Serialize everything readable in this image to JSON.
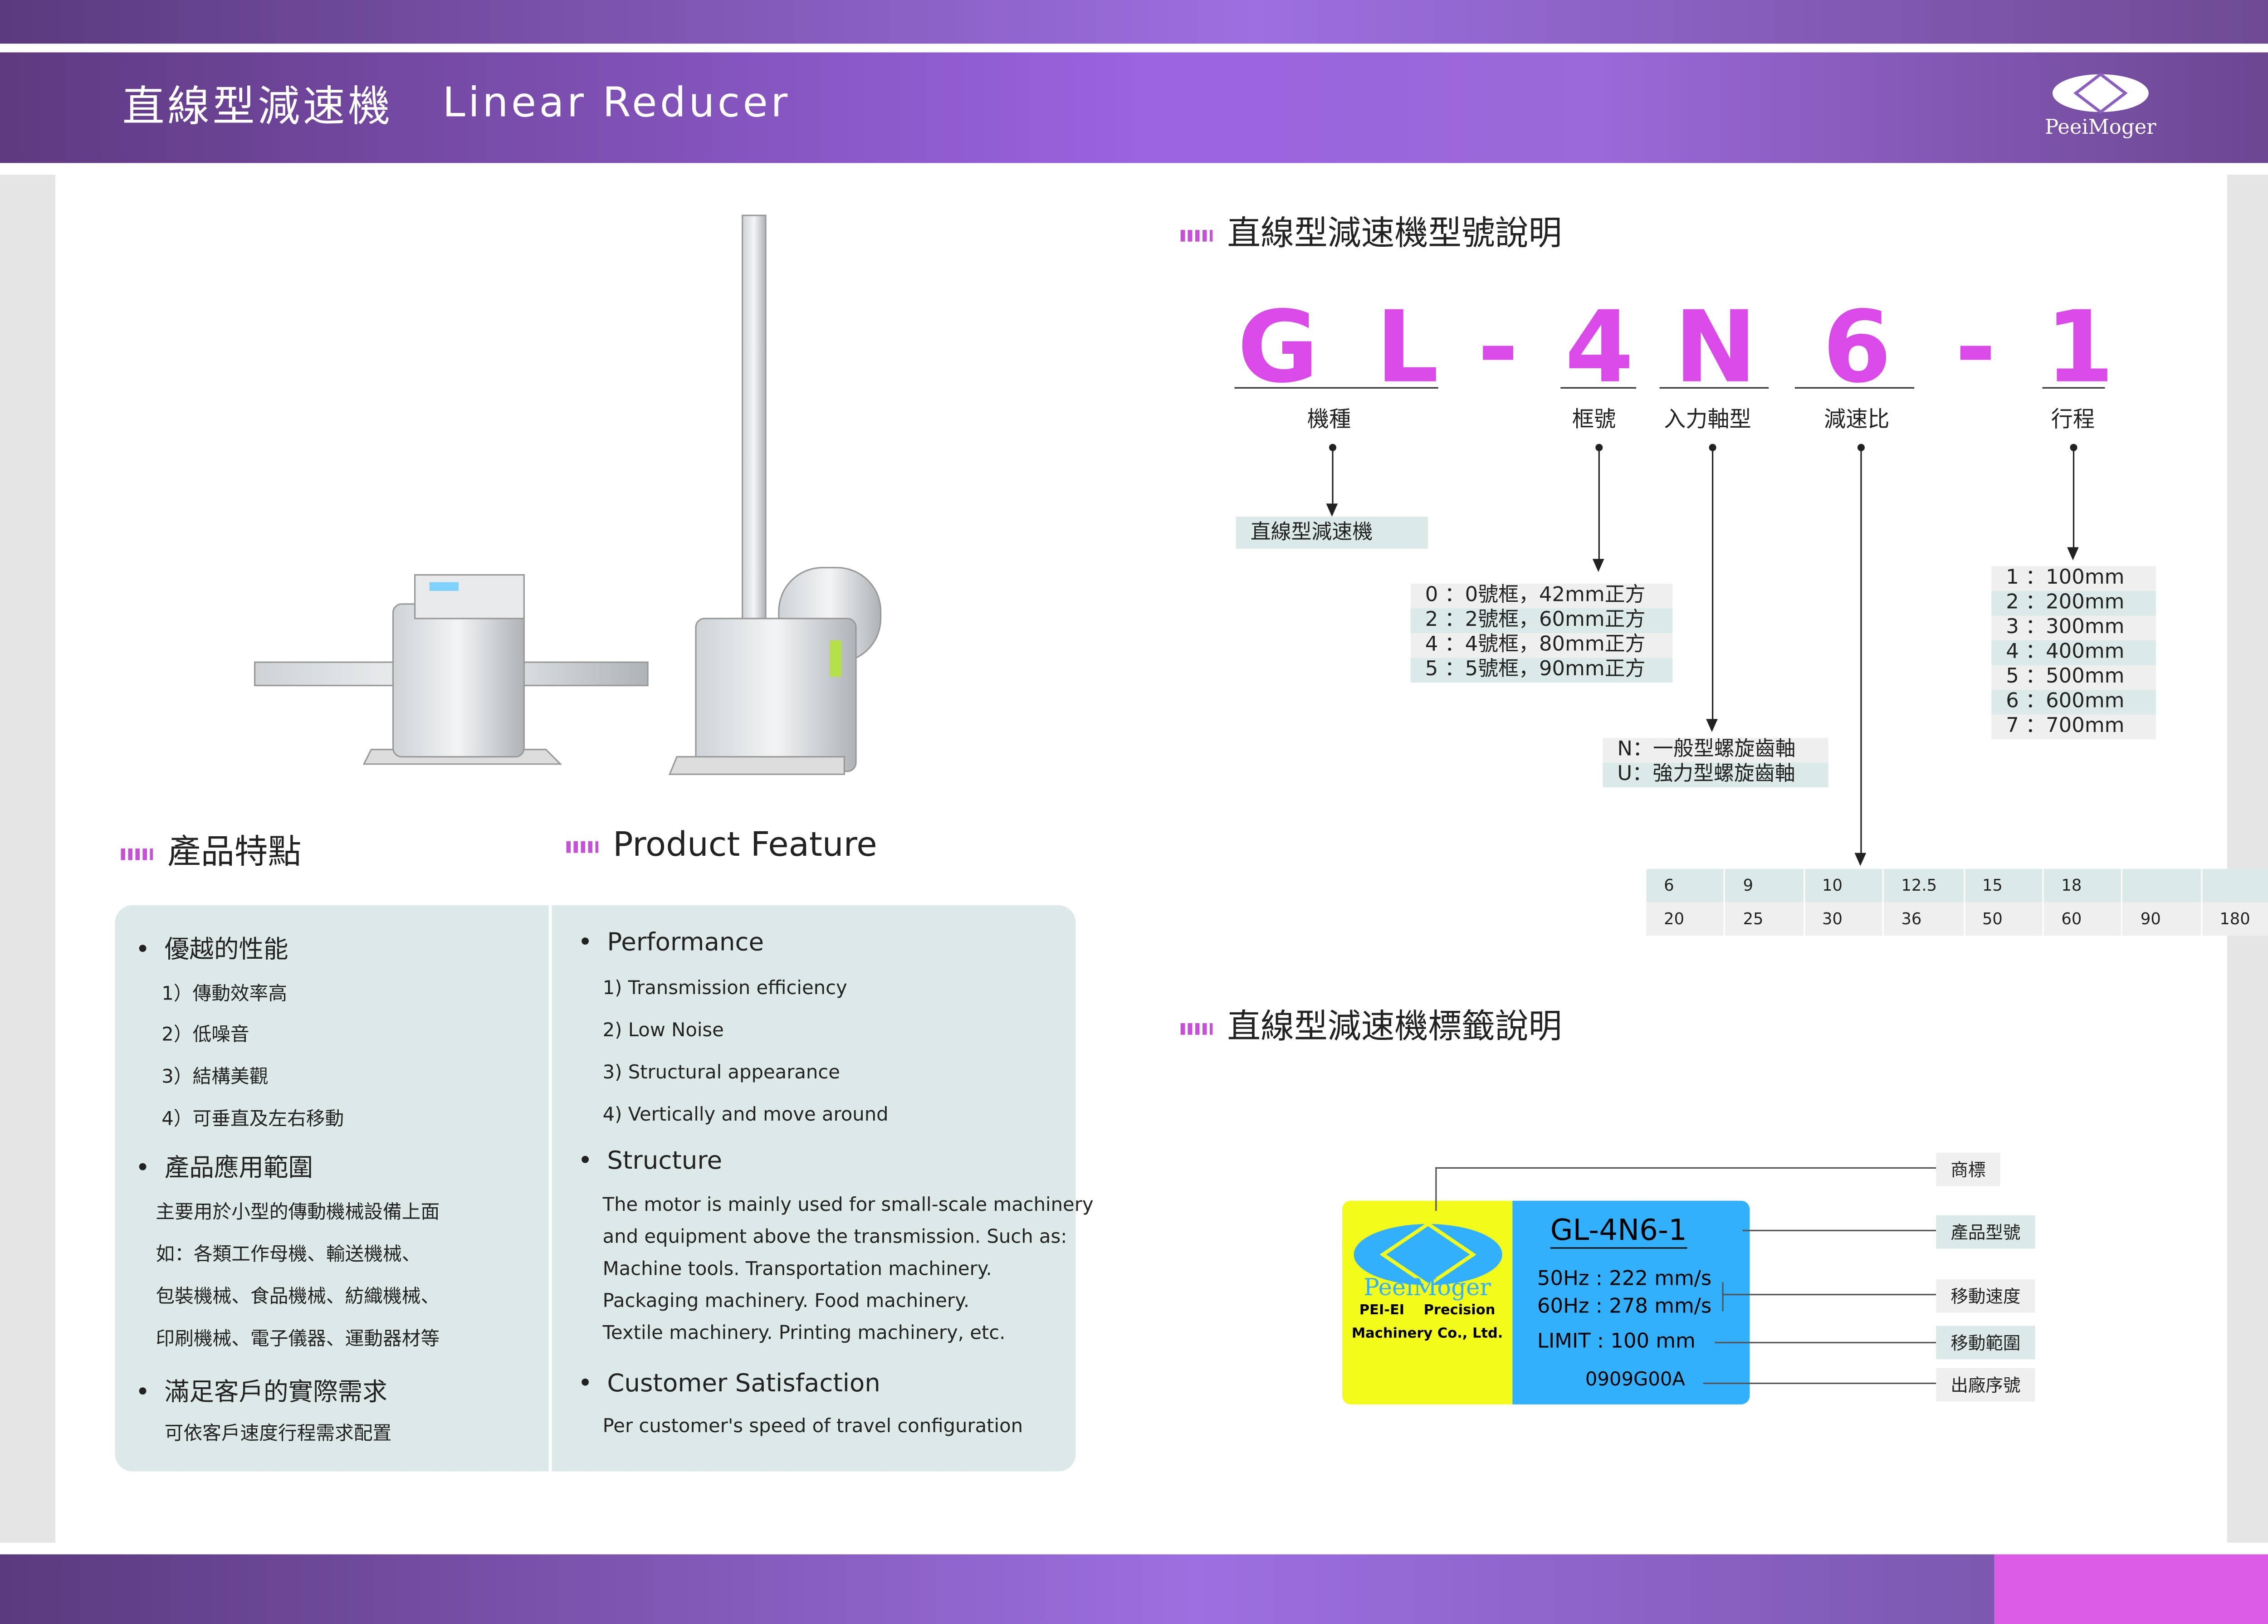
{
  "header": {
    "title_zh": "直線型減速機",
    "title_en": "Linear Reducer",
    "brand": "PeeiMoger"
  },
  "features": {
    "heading_zh": "產品特點",
    "heading_en": "Product Feature",
    "zh": {
      "performance": {
        "title": "優越的性能",
        "items": [
          "1）傳動效率高",
          "2）低噪音",
          "3）結構美觀",
          "4）可垂直及左右移動"
        ]
      },
      "structure": {
        "title": "產品應用範圍",
        "lines": [
          "主要用於小型的傳動機械設備上面",
          "如：各類工作母機、輸送機械、",
          "包裝機械、食品機械、紡織機械、",
          "印刷機械、電子儀器、運動器材等"
        ]
      },
      "satisfaction": {
        "title": "滿足客戶的實際需求",
        "line": "可依客戶速度行程需求配置"
      }
    },
    "en": {
      "performance": {
        "title": "Performance",
        "items": [
          "1) Transmission efficiency",
          "2) Low Noise",
          "3) Structural appearance",
          "4) Vertically and move around"
        ]
      },
      "structure": {
        "title": "Structure",
        "lines": [
          "The motor is mainly used for small-scale machinery",
          "and equipment above the transmission. Such as:",
          "Machine tools. Transportation machinery.",
          "Packaging machinery. Food machinery.",
          "Textile machinery. Printing machinery, etc."
        ]
      },
      "satisfaction": {
        "title": "Customer Satisfaction",
        "line": "Per customer's speed of travel configuration"
      }
    }
  },
  "model": {
    "heading": "直線型減速機型號說明",
    "code": [
      "G",
      "L",
      "-",
      "4",
      "N",
      "6",
      "-",
      "1"
    ],
    "labels": {
      "type": "機種",
      "frame": "框號",
      "input": "入力軸型",
      "ratio": "減速比",
      "stroke": "行程"
    },
    "type_value": "直線型減速機",
    "frames": [
      "0 ：0號框，42mm正方",
      "2 ：2號框，60mm正方",
      "4 ：4號框，80mm正方",
      "5 ：5號框，90mm正方"
    ],
    "inputs": [
      "N：一般型螺旋齒軸",
      "U：強力型螺旋齒軸"
    ],
    "ratios_row1": [
      "6",
      "9",
      "10",
      "12.5",
      "15",
      "18",
      "",
      ""
    ],
    "ratios_row2": [
      "20",
      "25",
      "30",
      "36",
      "50",
      "60",
      "90",
      "180"
    ],
    "strokes": [
      "1 ：100mm",
      "2 ：200mm",
      "3 ：300mm",
      "4 ：400mm",
      "5 ：500mm",
      "6 ：600mm",
      "7 ：700mm"
    ]
  },
  "label": {
    "heading": "直線型減速機標籤說明",
    "brand": "PeeiMoger",
    "company1": "PEI-EI    Precision",
    "company2": "Machinery Co., Ltd.",
    "model": "GL-4N6-1",
    "speed50": "50Hz : 222 mm/s",
    "speed60": "60Hz : 278 mm/s",
    "limit": "LIMIT : 100 mm",
    "serial": "0909G00A",
    "tags": {
      "trademark": "商標",
      "model": "產品型號",
      "speed": "移動速度",
      "range": "移動範圍",
      "serial": "出廠序號"
    }
  }
}
